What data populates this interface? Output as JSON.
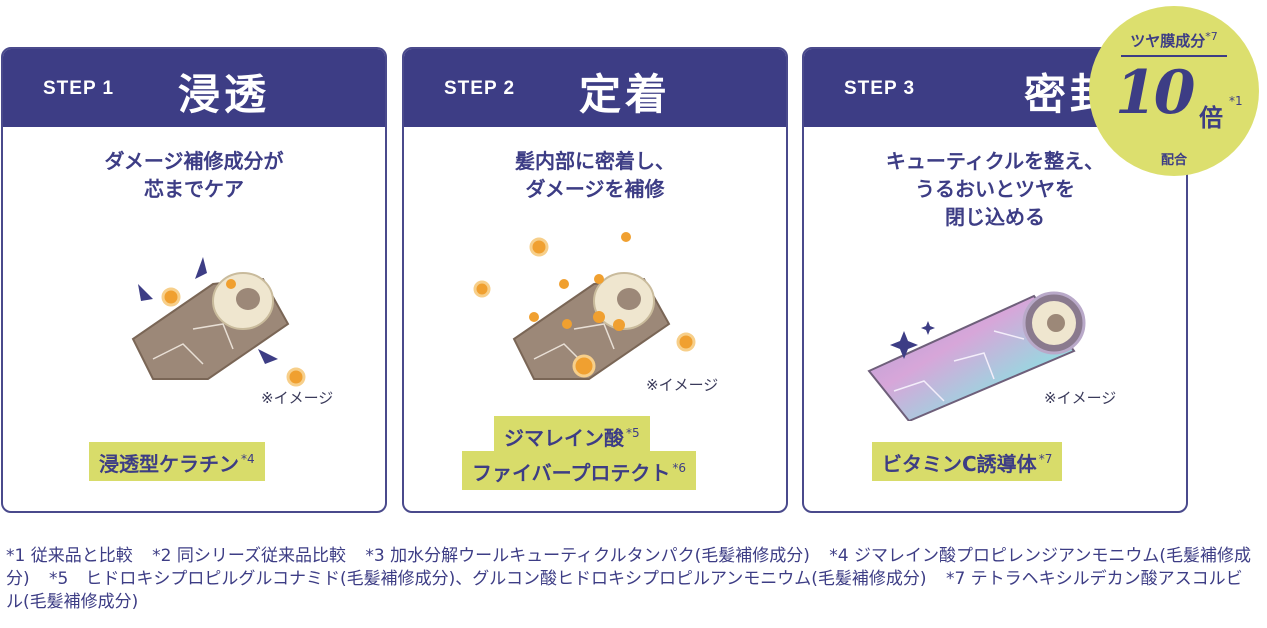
{
  "steps": [
    {
      "label": "STEP 1",
      "title": "浸透",
      "desc_line1": "ダメージ補修成分が",
      "desc_line2": "芯までケア",
      "desc_line3": "",
      "note": "※イメージ",
      "tags": [
        {
          "text": "浸透型ケラチン",
          "sup": "*4"
        }
      ]
    },
    {
      "label": "STEP 2",
      "title": "定着",
      "desc_line1": "髪内部に密着し、",
      "desc_line2": "ダメージを補修",
      "desc_line3": "",
      "note": "※イメージ",
      "tags": [
        {
          "text": "ジマレイン酸",
          "sup": "*5"
        },
        {
          "text": "ファイバープロテクト",
          "sup": "*6"
        }
      ]
    },
    {
      "label": "STEP 3",
      "title": "密封",
      "desc_line1": "キューティクルを整え、",
      "desc_line2": "うるおいとツヤを",
      "desc_line3": "閉じ込める",
      "note": "※イメージ",
      "tags": [
        {
          "text": "ビタミンC誘導体",
          "sup": "*7"
        }
      ]
    }
  ],
  "badge": {
    "top": "ツヤ膜成分",
    "top_sup": "*7",
    "number": "10",
    "unit": "倍",
    "unit_sup": "*1",
    "sub": "配合"
  },
  "footnotes": [
    "*1 従来品と比較",
    "*2 同シリーズ従来品比較",
    "*3 加水分解ウールキューティクルタンパク(毛髪補修成分)",
    "*4 ジマレイン酸プロピレンジアンモニウム(毛髪補修成分)",
    "*5　ヒドロキシプロピルグルコナミド(毛髪補修成分)、グルコン酸ヒドロキシプロピルアンモニウム(毛髪補修成分)",
    "*7 テトラヘキシルデカン酸アスコルビル(毛髪補修成分)"
  ],
  "colors": {
    "header": "#3d3d85",
    "tag": "#d8dc6a",
    "badge": "#dcdf6e",
    "particle": "#f0a030"
  }
}
